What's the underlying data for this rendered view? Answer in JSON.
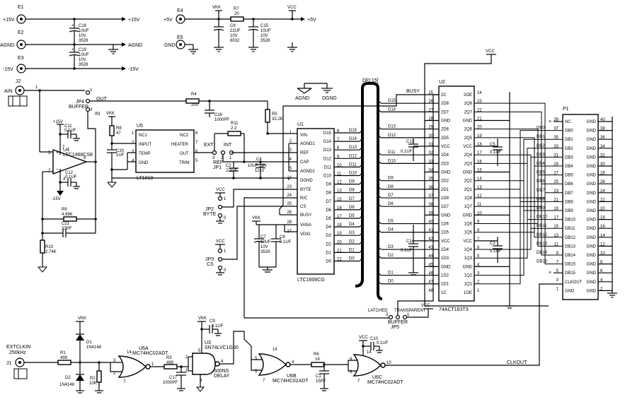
{
  "connectors": {
    "e1": {
      "ref": "E1",
      "label": "+15V",
      "out": "+15V"
    },
    "e2": {
      "ref": "E2",
      "label": "AGND",
      "out": "AGND"
    },
    "e3": {
      "ref": "E3",
      "label": "-15V",
      "out": "-15V"
    },
    "e4": {
      "ref": "E4",
      "label": "+5V",
      "out": "+5V"
    },
    "e5": {
      "ref": "E5",
      "label": "GND"
    },
    "j2": {
      "ref": "J2",
      "label": "AIN"
    },
    "j1": {
      "ref": "J1",
      "label": "EXTCLKIN",
      "sub": "250kHz"
    },
    "agnd": "AGND",
    "dgnd": "DGND",
    "vkk": "VKK",
    "vcc": "VCC",
    "p15": "+15V",
    "m15": "-15V"
  },
  "parts": {
    "c18": {
      "ref": "C18",
      "v": [
        "10UF",
        "10V",
        "3528"
      ]
    },
    "c19": {
      "ref": "C19",
      "v": [
        "10UF",
        "10V",
        "3528"
      ]
    },
    "r7": {
      "ref": "R7",
      "v": "20"
    },
    "c6": {
      "ref": "C6",
      "v": [
        "22UF",
        "10V",
        "6032"
      ]
    },
    "c15": {
      "ref": "C15",
      "v": [
        "10UF",
        "10V",
        "3528"
      ]
    },
    "jp4": {
      "ref": "JP4",
      "name": "BUFFER",
      "out": "OUT",
      "in": "IN"
    },
    "r4": {
      "ref": "R4",
      "v": "200"
    },
    "c16": {
      "ref": "C16",
      "v": "1000PF"
    },
    "r5": {
      "ref": "R5",
      "v": "33.2K"
    },
    "r8": {
      "ref": "R8",
      "v": "47"
    },
    "c11": {
      "ref": "C11",
      "v": "0.1UF"
    },
    "c12": {
      "ref": "C12",
      "v": "0.1UF"
    },
    "u4": {
      "ref": "U4",
      "v": "LTC1468CS8"
    },
    "c20": {
      "ref": "C20",
      "v": "1UF"
    },
    "u5": {
      "ref": "U5",
      "v": "LT1019",
      "pl": [
        "NC1",
        "INPUT",
        "TEMP",
        "GND"
      ],
      "pr": [
        "NC2",
        "HEATER",
        "OUT",
        "TRIM"
      ]
    },
    "r11": {
      "ref": "R11",
      "v": "2.2"
    },
    "jp1": {
      "ref": "JP1",
      "name": "REF",
      "ext": "EXT",
      "int": "INT"
    },
    "c2": {
      "ref": "C2",
      "v": "2.2UF"
    },
    "c4": {
      "ref": "C4",
      "v": [
        "10UF 16V",
        "1210"
      ]
    },
    "r9": {
      "ref": "R9",
      "v": "4.99K"
    },
    "c21": {
      "ref": "C21",
      "v": "33PF"
    },
    "r10": {
      "ref": "R10",
      "v": "2.74K"
    },
    "jp2": {
      "ref": "JP2",
      "name": "BYTE"
    },
    "jp3": {
      "ref": "JP3",
      "name": "CS"
    },
    "c7": {
      "ref": "C7",
      "v": [
        "10UF",
        "10V",
        "3528"
      ]
    },
    "c8": {
      "ref": "C8",
      "v": "0.1UF"
    },
    "c13": {
      "ref": "C13",
      "v": "0.1UF"
    },
    "c5": {
      "ref": "C5",
      "v": "0.1UF"
    },
    "c14": {
      "ref": "C14",
      "v": "0.1UF"
    },
    "c3": {
      "ref": "C3",
      "v": "0.1UF"
    },
    "jp5": {
      "ref": "JP5",
      "name": "BUFFER",
      "a": "LATCHED",
      "b": "TRANSPARENT"
    },
    "d1": {
      "ref": "D1",
      "v": "1N4148"
    },
    "d2": {
      "ref": "D2",
      "v": "1N4148"
    },
    "r1": {
      "ref": "R1",
      "v": "499"
    },
    "r2": {
      "ref": "R2",
      "v": "10K"
    },
    "u6a": {
      "ref": "U6A",
      "v": "MC74HC02ADT"
    },
    "r3": {
      "ref": "R3",
      "v": "499"
    },
    "c17": {
      "ref": "C17",
      "v": "1000PF"
    },
    "c9": {
      "ref": "C9",
      "v": "0.1UF"
    },
    "u3": {
      "ref": "U3",
      "v": "SN74LVC1G00",
      "d1": "500NS",
      "d2": "DELAY"
    },
    "u6b": {
      "ref": "U6B",
      "v": "MC74HC02ADT"
    },
    "r6": {
      "ref": "R6",
      "v": "1K"
    },
    "c1": {
      "ref": "C1",
      "v": "15PF"
    },
    "c10": {
      "ref": "C10",
      "v": "0.1UF"
    },
    "u6c": {
      "ref": "U6C",
      "v": "MC74HC02ADT"
    },
    "clkout": "CLKOUT",
    "bus": "D[0:15]",
    "busy": "BUSY"
  },
  "u1": {
    "ref": "U1",
    "v": "LTC1606CG",
    "left": [
      "VIN",
      "AGND1",
      "REF",
      "CAP",
      "AGND2",
      "DGND",
      "BYTE",
      "R/C",
      "CS",
      "BUSY",
      "VANA",
      "VDIG"
    ],
    "right": [
      "D15",
      "D14",
      "D13",
      "D12",
      "D11",
      "D10",
      "D9",
      "D8",
      "D7",
      "D6",
      "D5",
      "D4",
      "D3",
      "D2",
      "D1",
      "D0"
    ],
    "rpins": [
      "6",
      "7",
      "8",
      "9",
      "10",
      "11",
      "12",
      "13",
      "15",
      "16",
      "17",
      "18",
      "19",
      "20",
      "21",
      "22"
    ],
    "lpins": [
      "1",
      "2",
      "3",
      "4",
      "5",
      "14",
      "23",
      "24",
      "25",
      "26",
      "28",
      "27"
    ]
  },
  "u2": {
    "ref": "U2",
    "v": "74ACT163T3",
    "left": [
      "2C",
      "2D8",
      "2D7",
      "GND",
      "2D6",
      "2D5",
      "VCC",
      "2D4",
      "2D3",
      "GND",
      "2D2",
      "2D1",
      "1D8",
      "1D7",
      "GND",
      "1D6",
      "1D5",
      "VCC",
      "1D4",
      "1D3",
      "GND",
      "1D2",
      "1D1",
      "1C"
    ],
    "right": [
      "2OE",
      "2Q8",
      "2Q7",
      "GND",
      "2Q6",
      "2Q5",
      "VCC",
      "2Q4",
      "2Q3",
      "GND",
      "2Q2",
      "2Q1",
      "1Q8",
      "1Q7",
      "GND",
      "1Q6",
      "1Q5",
      "VCC",
      "1Q4",
      "1Q3",
      "GND",
      "1Q2",
      "1Q1",
      "1OE"
    ],
    "lpins": [
      "25",
      "26",
      "27",
      "28",
      "29",
      "30",
      "31",
      "32",
      "33",
      "34",
      "35",
      "36",
      "37",
      "38",
      "39",
      "40",
      "41",
      "42",
      "43",
      "44",
      "45",
      "46",
      "47",
      "48"
    ],
    "rpins": [
      "24",
      "23",
      "22",
      "21",
      "20",
      "19",
      "18",
      "17",
      "16",
      "15",
      "14",
      "13",
      "12",
      "11",
      "10",
      "9",
      "8",
      "7",
      "6",
      "5",
      "4",
      "3",
      "2",
      "1"
    ]
  },
  "bus_nets": [
    "D0",
    "D1",
    "D2",
    "D3",
    "D4",
    "D5",
    "D6",
    "D7",
    "D8",
    "D9",
    "D10",
    "D11",
    "D12",
    "D13",
    "D14",
    "D15"
  ],
  "p1": {
    "ref": "P1",
    "left": [
      "NC",
      "DB0",
      "DB1",
      "DB2",
      "DB3",
      "DB4",
      "DB5",
      "DB6",
      "DB7",
      "DB8",
      "DB9",
      "DB10",
      "DB11",
      "DB12",
      "DB13",
      "DB14",
      "DB15",
      "DB15",
      "CLKOUT",
      "GND"
    ],
    "right": [
      "GND",
      "GND",
      "GND",
      "GND",
      "GND",
      "GND",
      "GND",
      "GND",
      "GND",
      "GND",
      "GND",
      "GND",
      "GND",
      "GND",
      "GND",
      "GND",
      "GND",
      "GND",
      "GND",
      "GND"
    ],
    "lpins": [
      "39",
      "37",
      "35",
      "33",
      "31",
      "29",
      "27",
      "25",
      "23",
      "21",
      "19",
      "17",
      "15",
      "13",
      "11",
      "9",
      "7",
      "5",
      "3",
      "1"
    ],
    "rpins": [
      "40",
      "38",
      "36",
      "34",
      "32",
      "30",
      "28",
      "26",
      "24",
      "22",
      "20",
      "18",
      "16",
      "14",
      "12",
      "10",
      "8",
      "6",
      "4",
      "2"
    ]
  },
  "db_nets": [
    "DB0",
    "DB1",
    "DB2",
    "DB3",
    "DB4",
    "DB5",
    "DB6",
    "DB7",
    "DB8",
    "DB9",
    "DB10",
    "DB11",
    "DB12",
    "DB13",
    "DB14",
    "DB15"
  ]
}
